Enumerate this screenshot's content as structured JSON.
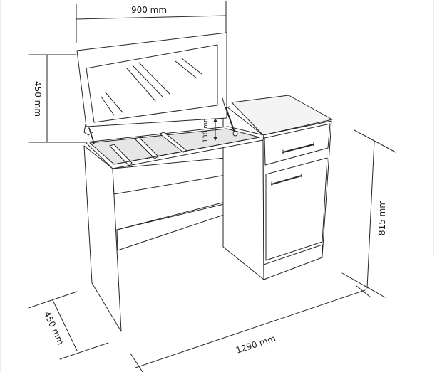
{
  "dimensions": {
    "top_width": "900 mm",
    "mirror_height": "450 mm",
    "compartment_depth": "130 mm",
    "overall_height": "815 mm",
    "overall_width": "1290 mm",
    "overall_depth": "450 mm"
  },
  "colors": {
    "line": "#262626",
    "panel": "#ffffff",
    "text": "#1a1a1a"
  }
}
